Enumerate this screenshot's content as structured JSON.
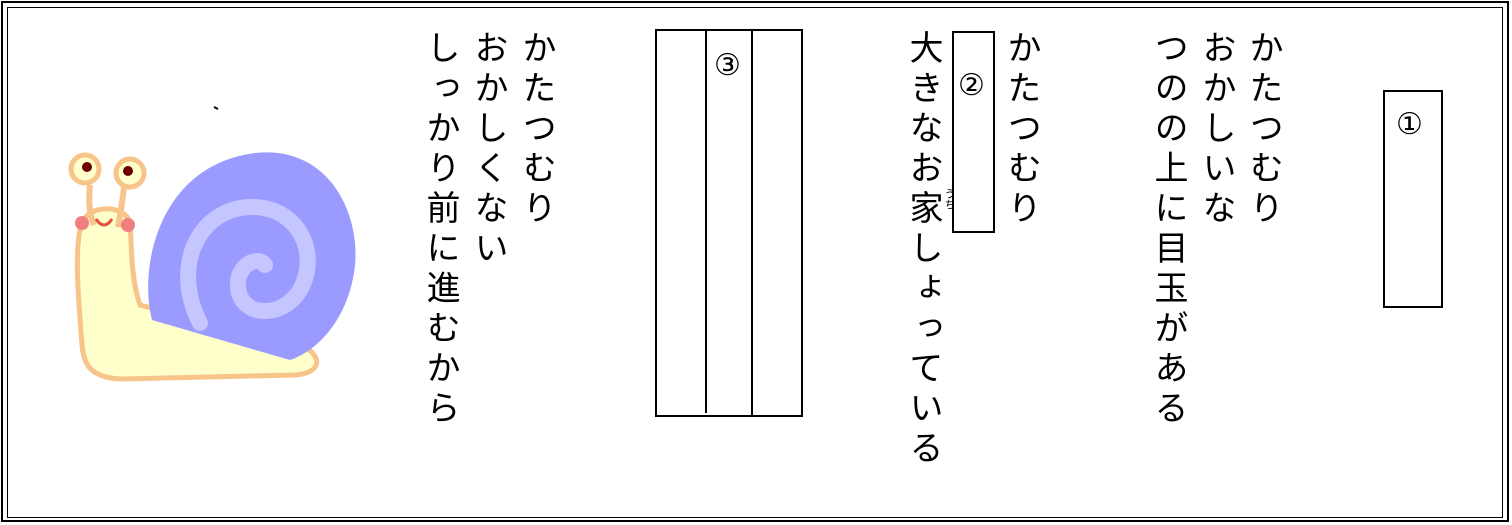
{
  "worksheet": {
    "stanza1": {
      "answer_marker": "①",
      "lines": [
        "かたつむり",
        "おかしいな",
        "つのの上に目玉がある"
      ]
    },
    "stanza2": {
      "lines": [
        "かたつむり",
        "大きなお家しょっている"
      ],
      "answer_marker": "②",
      "ruby": "うち"
    },
    "stanza3": {
      "answer_marker": "③"
    },
    "stanza4": {
      "lines": [
        "かたつむり",
        "おかしくない",
        "しっかり前に進むから"
      ]
    },
    "illustration": {
      "icon": "snail-illustration",
      "colors": {
        "shell": "#9b9bff",
        "spiral": "#c5c5ff",
        "body": "#ffffcc",
        "outline": "#f7c48a",
        "cheek": "#f08080",
        "eye": "#6b0000"
      }
    }
  }
}
